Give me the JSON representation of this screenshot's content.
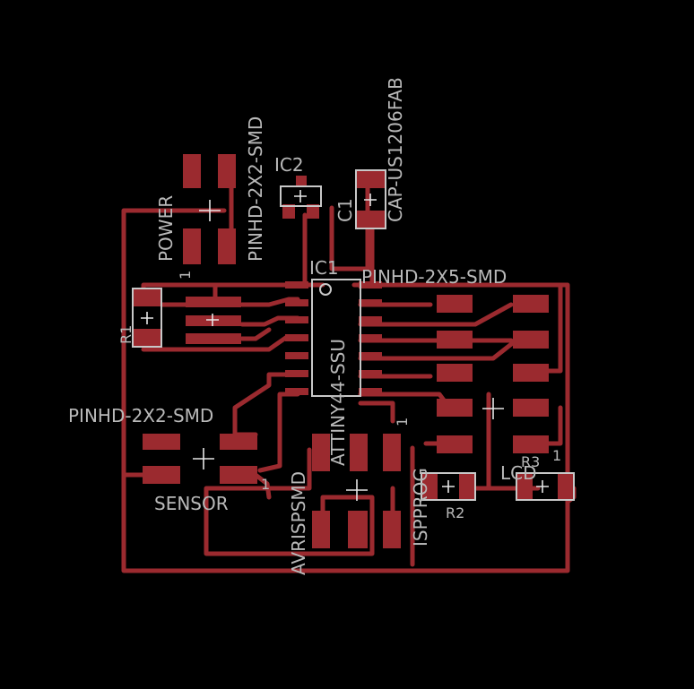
{
  "labels": {
    "ic2": "IC2",
    "cap_value": "CAP-US1206FAB",
    "c1": "C1",
    "pinhd_2x2_top": "PINHD-2X2-SMD",
    "power": "POWER",
    "pin1_power": "1",
    "ic1": "IC1",
    "pinhd_2x5": "PINHD-2X5-SMD",
    "r1": "R1",
    "attiny": "ATTINY44-SSU",
    "pinhd_2x2_left": "PINHD-2X2-SMD",
    "pin1_isp": "1",
    "sensor": "SENSOR",
    "pin1_sensor": "1",
    "avrispsmd": "AVRISPSMD",
    "ispprog": "ISPPROG",
    "r2": "R2",
    "lcd": "LCD",
    "r3": "R3",
    "pin1_lcd": "1"
  },
  "colors": {
    "background": "#000000",
    "copper": "#9b2a2f",
    "silkscreen": "#b9b9b9"
  }
}
